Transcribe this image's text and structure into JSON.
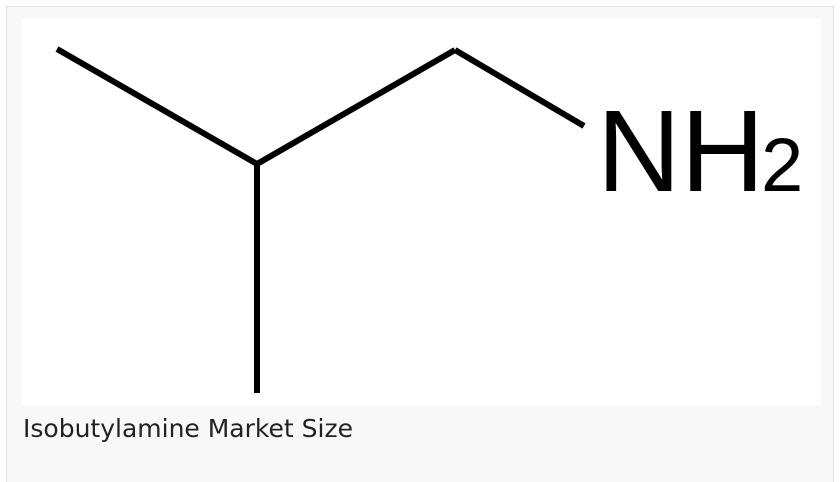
{
  "figure": {
    "structure": {
      "amine_group": {
        "main": "NH",
        "subscript": "2"
      },
      "bond_color": "#000000"
    },
    "caption": "Isobutylamine Market Size"
  },
  "colors": {
    "card_background": "#f8f8f8",
    "card_border": "#e2e2e2",
    "image_background": "#ffffff",
    "caption_text": "#222222"
  }
}
